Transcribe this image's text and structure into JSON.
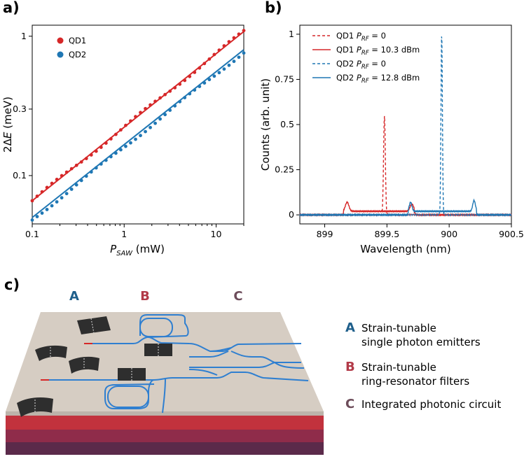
{
  "panel_labels": {
    "a": "a)",
    "b": "b)",
    "c": "c)"
  },
  "colors": {
    "qd1": "#d62728",
    "qd2": "#1f77b4",
    "A": "#1f5f8b",
    "B": "#c0392b",
    "C": "#6d4c5a"
  },
  "chart_data": [
    {
      "type": "scatter",
      "panel": "a",
      "xscale": "log",
      "yscale": "log",
      "xlim": [
        0.1,
        20
      ],
      "ylim": [
        0.045,
        1.2
      ],
      "xticks": [
        "0.1",
        "1",
        "10"
      ],
      "yticks": [
        "0.1",
        "0.3",
        "1"
      ],
      "xtick_values": [
        0.1,
        1,
        10
      ],
      "ytick_values": [
        0.1,
        0.3,
        1
      ],
      "xlabel_main": "P",
      "xlabel_sub": "SAW",
      "xlabel_unit": " (mW)",
      "ylabel_prefix": "2Δ",
      "ylabel_var": "E",
      "ylabel_unit": " (meV)",
      "legend_position": "upper left",
      "series": [
        {
          "name": "QD1",
          "color": "#d62728",
          "fit": {
            "x0": 0.1,
            "y0": 0.066,
            "x1": 20,
            "y1": 1.08
          }
        },
        {
          "name": "QD2",
          "color": "#1f77b4",
          "fit": {
            "x0": 0.1,
            "y0": 0.05,
            "x1": 20,
            "y1": 0.8
          }
        }
      ]
    },
    {
      "type": "line",
      "panel": "b",
      "xlim": [
        898.8,
        900.5
      ],
      "ylim": [
        -0.05,
        1.05
      ],
      "xticks": [
        "899",
        "899.5",
        "900",
        "900.5"
      ],
      "xtick_values": [
        899,
        899.5,
        900,
        900.5
      ],
      "yticks": [
        "0",
        "0.25",
        "0.5",
        "0.75",
        "1"
      ],
      "ytick_values": [
        0,
        0.25,
        0.5,
        0.75,
        1
      ],
      "xlabel": "Wavelength (nm)",
      "ylabel": "Counts (arb. unit)",
      "legend_position": "upper left",
      "series": [
        {
          "name_main": "QD1 P",
          "name_sub": "RF",
          "name_tail": " = 0",
          "color": "#d62728",
          "dashed": true,
          "peaks": [
            {
              "x": 899.48,
              "h": 0.55,
              "w": 0.01
            }
          ],
          "base": 0.0
        },
        {
          "name_main": "QD1 P",
          "name_sub": "RF",
          "name_tail": " = 10.3 dBm",
          "color": "#d62728",
          "dashed": false,
          "peaks": [
            {
              "x": 899.18,
              "h": 0.05,
              "w": 0.02
            },
            {
              "x": 899.7,
              "h": 0.04,
              "w": 0.02
            }
          ],
          "base": 0.02,
          "band": [
            899.15,
            899.72
          ]
        },
        {
          "name_main": "QD2 P",
          "name_sub": "RF",
          "name_tail": " = 0",
          "color": "#1f77b4",
          "dashed": true,
          "peaks": [
            {
              "x": 899.94,
              "h": 1.0,
              "w": 0.008
            }
          ],
          "base": 0.0
        },
        {
          "name_main": "QD2 P",
          "name_sub": "RF",
          "name_tail": " = 12.8 dBm",
          "color": "#1f77b4",
          "dashed": false,
          "peaks": [
            {
              "x": 899.69,
              "h": 0.05,
              "w": 0.015
            },
            {
              "x": 900.2,
              "h": 0.06,
              "w": 0.015
            }
          ],
          "base": 0.02,
          "band": [
            899.67,
            900.22
          ]
        }
      ]
    }
  ],
  "panel_c": {
    "labels": [
      "A",
      "B",
      "C"
    ],
    "legend": [
      {
        "letter": "A",
        "line1": "Strain-tunable",
        "line2": "single photon emitters"
      },
      {
        "letter": "B",
        "line1": "Strain-tunable",
        "line2": "ring-resonator filters"
      },
      {
        "letter": "C",
        "line1": "Integrated photonic circuit",
        "line2": ""
      }
    ]
  }
}
